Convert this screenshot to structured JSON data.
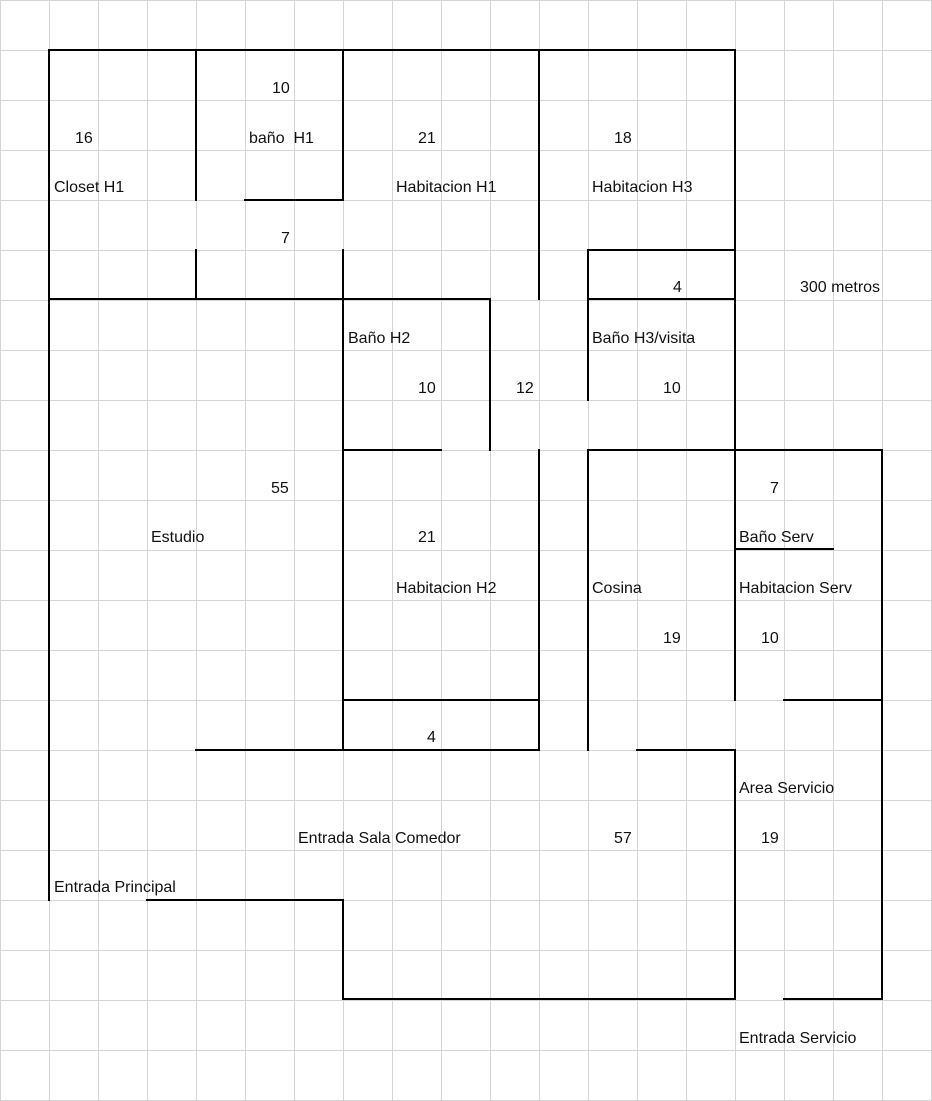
{
  "plan": {
    "total_area": "300 metros",
    "rooms": {
      "closet_h1": {
        "name": "Closet H1",
        "area": "16"
      },
      "bano_h1": {
        "name": "baño  H1",
        "area": "10"
      },
      "pasillo_h1": {
        "area": "7"
      },
      "habitacion_h1": {
        "name": "Habitacion H1",
        "area": "21"
      },
      "habitacion_h3": {
        "name": "Habitacion H3",
        "area": "18"
      },
      "closet_h3": {
        "area": "4"
      },
      "bano_h2": {
        "name": "Baño H2",
        "area": "10"
      },
      "pasillo": {
        "area": "12"
      },
      "bano_h3": {
        "name": "Baño H3/visita",
        "area": "10"
      },
      "estudio": {
        "name": "Estudio",
        "area": "55"
      },
      "habitacion_h2": {
        "name": "Habitacion H2",
        "area": "21"
      },
      "closet_h2": {
        "area": "4"
      },
      "cosina": {
        "name": "Cosina",
        "area": "19"
      },
      "bano_serv": {
        "name": "Baño Serv",
        "area": "7"
      },
      "habitacion_serv": {
        "name": "Habitacion Serv",
        "area": "10"
      },
      "sala_comedor": {
        "name": "Entrada Sala Comedor",
        "area": "57"
      },
      "area_servicio": {
        "name": "Area Servicio",
        "area": "19"
      }
    },
    "entrada_principal": "Entrada Principal",
    "entrada_servicio": "Entrada Servicio"
  }
}
